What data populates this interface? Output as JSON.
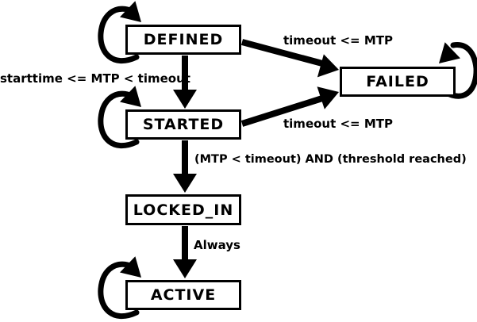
{
  "colors": {
    "ink": "#000000",
    "paper": "#ffffff",
    "state_fill": "#ffffff"
  },
  "states": {
    "defined": {
      "label": "DEFINED"
    },
    "failed": {
      "label": "FAILED"
    },
    "started": {
      "label": "STARTED"
    },
    "locked_in": {
      "label": "LOCKED_IN"
    },
    "active": {
      "label": "ACTIVE"
    }
  },
  "edges": {
    "defined_started": {
      "from": "DEFINED",
      "to": "STARTED",
      "label": "starttime <= MTP < timeout"
    },
    "defined_failed": {
      "from": "DEFINED",
      "to": "FAILED",
      "label": "timeout <= MTP"
    },
    "started_failed": {
      "from": "STARTED",
      "to": "FAILED",
      "label": "timeout <= MTP"
    },
    "started_locked_in": {
      "from": "STARTED",
      "to": "LOCKED_IN",
      "label": "(MTP < timeout) AND (threshold reached)"
    },
    "locked_in_active": {
      "from": "LOCKED_IN",
      "to": "ACTIVE",
      "label": "Always"
    },
    "defined_self": {
      "from": "DEFINED",
      "to": "DEFINED",
      "label": ""
    },
    "started_self": {
      "from": "STARTED",
      "to": "STARTED",
      "label": ""
    },
    "failed_self": {
      "from": "FAILED",
      "to": "FAILED",
      "label": ""
    },
    "active_self": {
      "from": "ACTIVE",
      "to": "ACTIVE",
      "label": ""
    }
  }
}
